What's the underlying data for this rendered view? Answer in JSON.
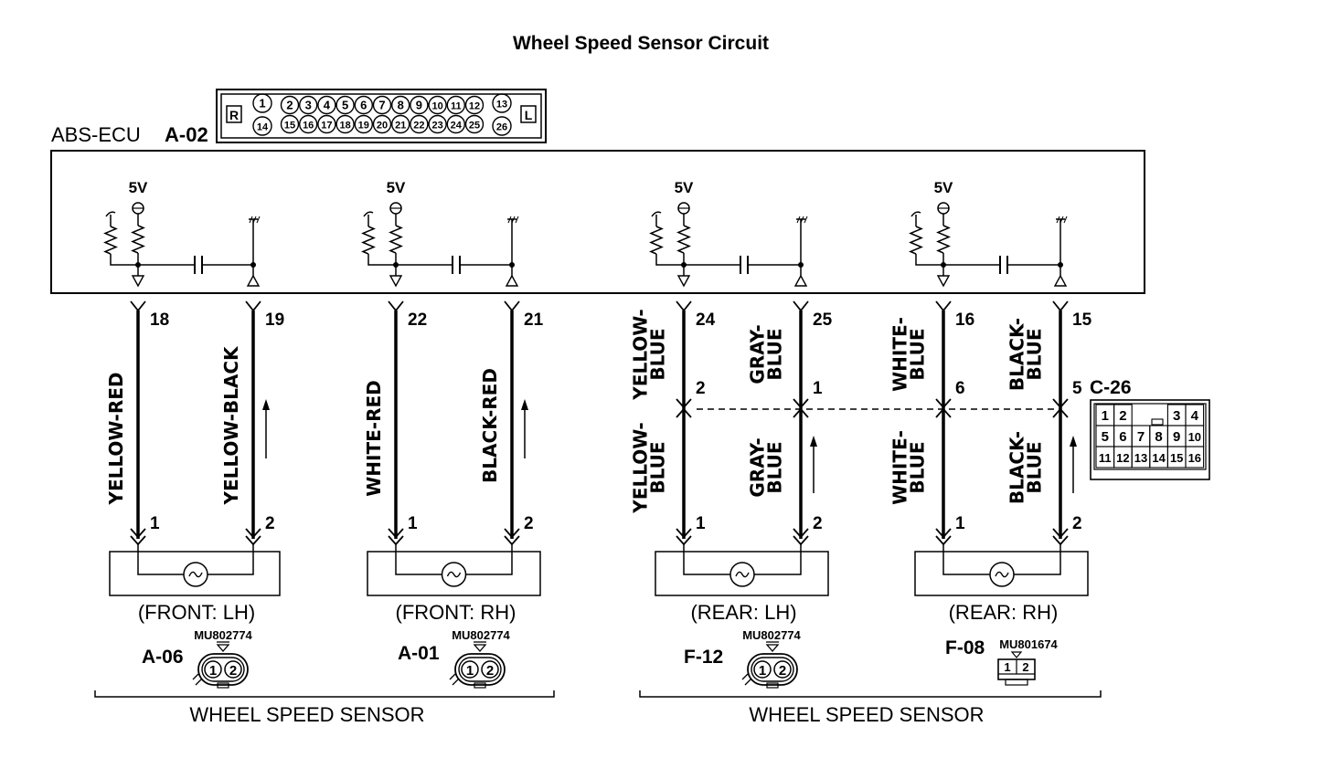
{
  "title": "Wheel Speed Sensor Circuit",
  "ecu": {
    "name": "ABS-ECU",
    "connector_id": "A-02",
    "pins_top": [
      "1",
      "2",
      "3",
      "4",
      "5",
      "6",
      "7",
      "8",
      "9",
      "10",
      "11",
      "12",
      "13"
    ],
    "pins_bottom": [
      "14",
      "15",
      "16",
      "17",
      "18",
      "19",
      "20",
      "21",
      "22",
      "23",
      "24",
      "25",
      "26"
    ],
    "side_right": "R",
    "side_left": "L",
    "supply_label": "5V"
  },
  "sensors": [
    {
      "pins": [
        "18",
        "19"
      ],
      "wires": [
        "YELLOW-RED",
        "YELLOW-BLACK"
      ],
      "sensor_pins": [
        "1",
        "2"
      ],
      "position": "(FRONT: LH)",
      "connector_id": "A-06",
      "part_no": "MU802774"
    },
    {
      "pins": [
        "22",
        "21"
      ],
      "wires": [
        "WHITE-RED",
        "BLACK-RED"
      ],
      "sensor_pins": [
        "1",
        "2"
      ],
      "position": "(FRONT: RH)",
      "connector_id": "A-01",
      "part_no": "MU802774"
    },
    {
      "pins": [
        "24",
        "25"
      ],
      "wires_upper": [
        "YELLOW-\nBLUE",
        "GRAY-\nBLUE"
      ],
      "mid_pins": [
        "2",
        "1"
      ],
      "wires_lower": [
        "YELLOW-\nBLUE",
        "GRAY-\nBLUE"
      ],
      "sensor_pins": [
        "1",
        "2"
      ],
      "position": "(REAR: LH)",
      "connector_id": "F-12",
      "part_no": "MU802774"
    },
    {
      "pins": [
        "16",
        "15"
      ],
      "wires_upper": [
        "WHITE-\nBLUE",
        "BLACK-\nBLUE"
      ],
      "mid_pins": [
        "6",
        "5"
      ],
      "wires_lower": [
        "WHITE-\nBLUE",
        "BLACK-\nBLUE"
      ],
      "sensor_pins": [
        "1",
        "2"
      ],
      "position": "(REAR: RH)",
      "connector_id": "F-08",
      "part_no": "MU801674"
    }
  ],
  "intermediate_connector": {
    "id": "C-26",
    "grid_rows": [
      [
        "1",
        "2",
        "",
        "",
        "3",
        "4"
      ],
      [
        "5",
        "6",
        "7",
        "8",
        "9",
        "10"
      ],
      [
        "11",
        "12",
        "13",
        "14",
        "15",
        "16"
      ]
    ]
  },
  "group_labels": [
    "WHEEL SPEED SENSOR",
    "WHEEL SPEED SENSOR"
  ],
  "conn_pins": [
    "1",
    "2"
  ]
}
